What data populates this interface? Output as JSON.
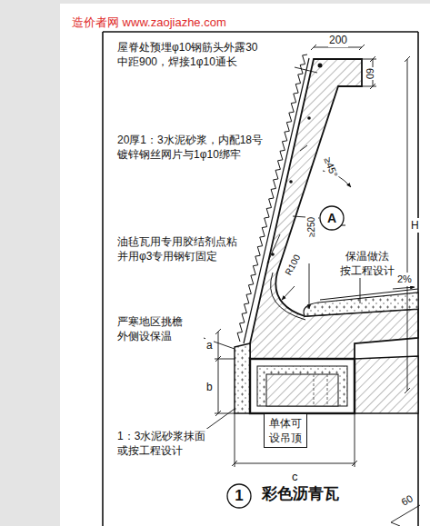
{
  "diagram": {
    "title": "彩色沥青瓦",
    "nodes": [
      {
        "text": [
          "A"
        ]
      },
      {
        "text": [
          "单体可 设吊顶"
        ]
      },
      {
        "text": [
          "1"
        ]
      }
    ],
    "labels": [
      "造价者网 www.zaojiazhe.com",
      "200",
      "60",
      "屋脊处预埋φ10钢筋头外露30 中距900，焊接1φ10通长",
      "20厚1：3水泥砂浆，内配18号 镀锌钢丝网片与1φ10绑牢",
      "≥45°",
      "H",
      "油毡瓦用专用胶结剂点粘 并用φ3专用钢钉固定",
      "保温做法 按工程设计",
      "2%",
      "R100",
      "≥250",
      "严寒地区挑檐 外侧设保温",
      "a",
      "b",
      "1：3水泥砂浆抹面 或按工程设计",
      "c",
      "60"
    ]
  }
}
